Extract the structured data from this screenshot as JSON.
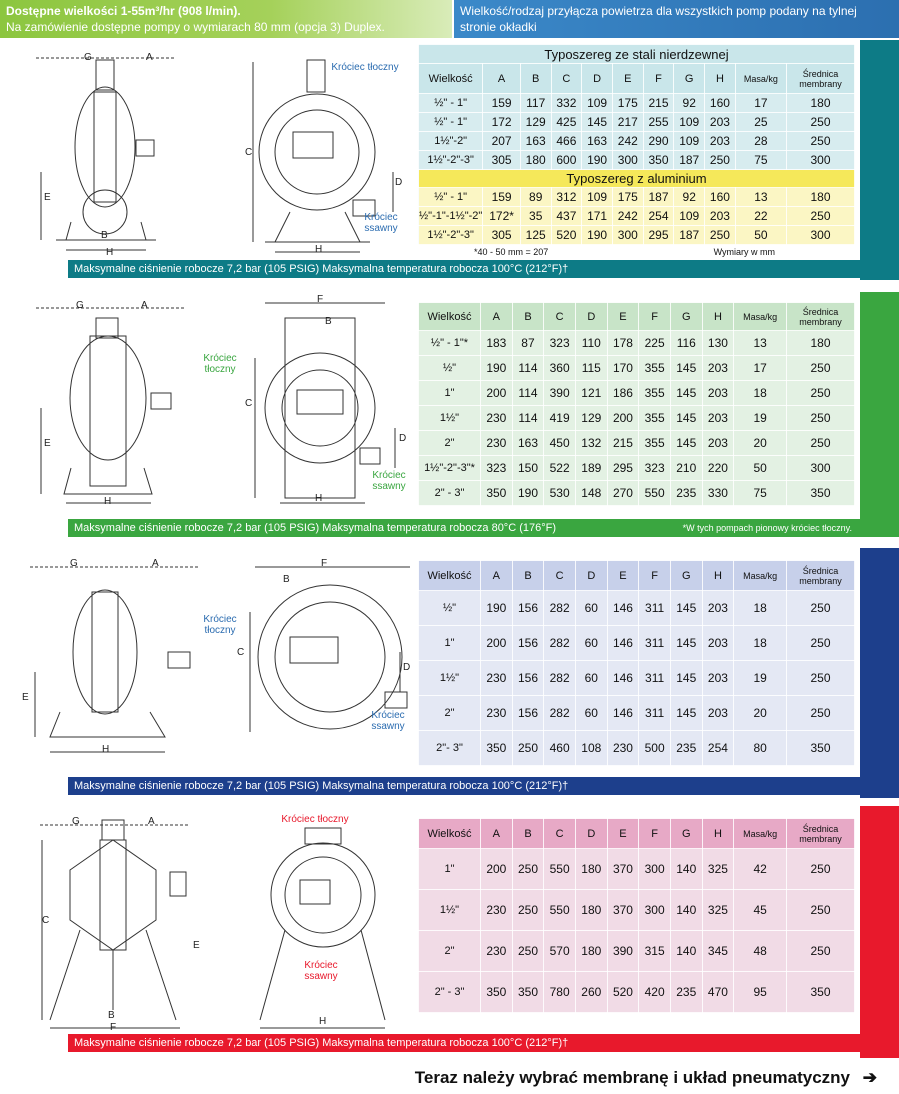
{
  "header": {
    "left_line1": "Dostępne wielkości 1-55m³/hr (908 l/min).",
    "left_line2": "Na zamówienie dostępne pompy o wymiarach 80 mm (opcja 3) Duplex.",
    "right_text": "Wielkość/rodzaj przyłącza powietrza dla wszystkich pomp podany na tylnej stronie okładki"
  },
  "labels": {
    "discharge": "Króciec tłoczny",
    "suction": "Króciec ssawny",
    "dim_a": "A",
    "dim_b": "B",
    "dim_c": "C",
    "dim_d": "D",
    "dim_e": "E",
    "dim_f": "F",
    "dim_g": "G",
    "dim_h": "H"
  },
  "columns": [
    "Wielkość",
    "A",
    "B",
    "C",
    "D",
    "E",
    "F",
    "G",
    "H",
    "Masa/kg",
    "Średnica membrany"
  ],
  "section1": {
    "stainless_title": "Typoszereg ze stali nierdzewnej",
    "stainless_rows": [
      [
        "½\" - 1\"",
        "159",
        "117",
        "332",
        "109",
        "175",
        "215",
        "92",
        "160",
        "17",
        "180"
      ],
      [
        "½\" - 1\"",
        "172",
        "129",
        "425",
        "145",
        "217",
        "255",
        "109",
        "203",
        "25",
        "250"
      ],
      [
        "1½\"-2\"",
        "207",
        "163",
        "466",
        "163",
        "242",
        "290",
        "109",
        "203",
        "28",
        "250"
      ],
      [
        "1½\"-2\"-3\"",
        "305",
        "180",
        "600",
        "190",
        "300",
        "350",
        "187",
        "250",
        "75",
        "300"
      ]
    ],
    "aluminium_title": "Typoszereg z aluminium",
    "aluminium_rows": [
      [
        "½\" - 1\"",
        "159",
        "89",
        "312",
        "109",
        "175",
        "187",
        "92",
        "160",
        "13",
        "180"
      ],
      [
        "½\"-1\"-1½\"-2\"",
        "172*",
        "35",
        "437",
        "171",
        "242",
        "254",
        "109",
        "203",
        "22",
        "250"
      ],
      [
        "1½\"-2\"-3\"",
        "305",
        "125",
        "520",
        "190",
        "300",
        "295",
        "187",
        "250",
        "50",
        "300"
      ]
    ],
    "note_left": "*40 - 50 mm = 207",
    "note_right": "Wymiary w mm",
    "bar": "Maksymalne ciśnienie robocze 7,2 bar (105 PSIG)    Maksymalna temperatura robocza 100°C (212°F)†"
  },
  "section2": {
    "rows": [
      [
        "½\" - 1\"*",
        "183",
        "87",
        "323",
        "110",
        "178",
        "225",
        "116",
        "130",
        "13",
        "180"
      ],
      [
        "½\"",
        "190",
        "114",
        "360",
        "115",
        "170",
        "355",
        "145",
        "203",
        "17",
        "250"
      ],
      [
        "1\"",
        "200",
        "114",
        "390",
        "121",
        "186",
        "355",
        "145",
        "203",
        "18",
        "250"
      ],
      [
        "1½\"",
        "230",
        "114",
        "419",
        "129",
        "200",
        "355",
        "145",
        "203",
        "19",
        "250"
      ],
      [
        "2\"",
        "230",
        "163",
        "450",
        "132",
        "215",
        "355",
        "145",
        "203",
        "20",
        "250"
      ],
      [
        "1½\"-2\"-3\"*",
        "323",
        "150",
        "522",
        "189",
        "295",
        "323",
        "210",
        "220",
        "50",
        "300"
      ],
      [
        "2\" - 3\"",
        "350",
        "190",
        "530",
        "148",
        "270",
        "550",
        "235",
        "330",
        "75",
        "350"
      ]
    ],
    "bar": "Maksymalne ciśnienie robocze 7,2 bar (105 PSIG) Maksymalna temperatura robocza 80°C (176°F)",
    "bar_note": "*W tych pompach pionowy króciec tłoczny."
  },
  "section3": {
    "rows": [
      [
        "½\"",
        "190",
        "156",
        "282",
        "60",
        "146",
        "311",
        "145",
        "203",
        "18",
        "250"
      ],
      [
        "1\"",
        "200",
        "156",
        "282",
        "60",
        "146",
        "311",
        "145",
        "203",
        "18",
        "250"
      ],
      [
        "1½\"",
        "230",
        "156",
        "282",
        "60",
        "146",
        "311",
        "145",
        "203",
        "19",
        "250"
      ],
      [
        "2\"",
        "230",
        "156",
        "282",
        "60",
        "146",
        "311",
        "145",
        "203",
        "20",
        "250"
      ],
      [
        "2\"- 3\"",
        "350",
        "250",
        "460",
        "108",
        "230",
        "500",
        "235",
        "254",
        "80",
        "350"
      ]
    ],
    "bar": "Maksymalne ciśnienie robocze 7,2 bar (105 PSIG)  Maksymalna temperatura robocza 100°C (212°F)†"
  },
  "section4": {
    "rows": [
      [
        "1\"",
        "200",
        "250",
        "550",
        "180",
        "370",
        "300",
        "140",
        "325",
        "42",
        "250"
      ],
      [
        "1½\"",
        "230",
        "250",
        "550",
        "180",
        "370",
        "300",
        "140",
        "325",
        "45",
        "250"
      ],
      [
        "2\"",
        "230",
        "250",
        "570",
        "180",
        "390",
        "315",
        "140",
        "345",
        "48",
        "250"
      ],
      [
        "2\" - 3\"",
        "350",
        "350",
        "780",
        "260",
        "520",
        "420",
        "235",
        "470",
        "95",
        "350"
      ]
    ],
    "bar": "Maksymalne ciśnienie robocze 7,2 bar (105 PSIG)  Maksymalna temperatura robocza 100°C (212°F)†"
  },
  "footer": {
    "text": "Teraz należy wybrać membranę i układ pneumatyczny",
    "arrow": "➔"
  },
  "colors": {
    "teal": "#0d7b86",
    "green": "#3aa640",
    "navy": "#1d3f8c",
    "red": "#e8192c",
    "yellow": "#f5e85a"
  }
}
